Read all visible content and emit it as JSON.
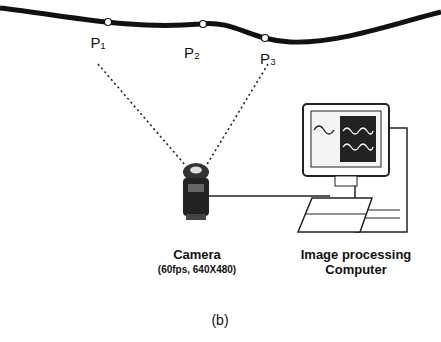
{
  "diagram": {
    "labels": [
      "P₁",
      "P₂",
      "P₃",
      "Camera",
      "(60fps, 640X480)",
      "Image processing Computer",
      "(b)"
    ]
  }
}
